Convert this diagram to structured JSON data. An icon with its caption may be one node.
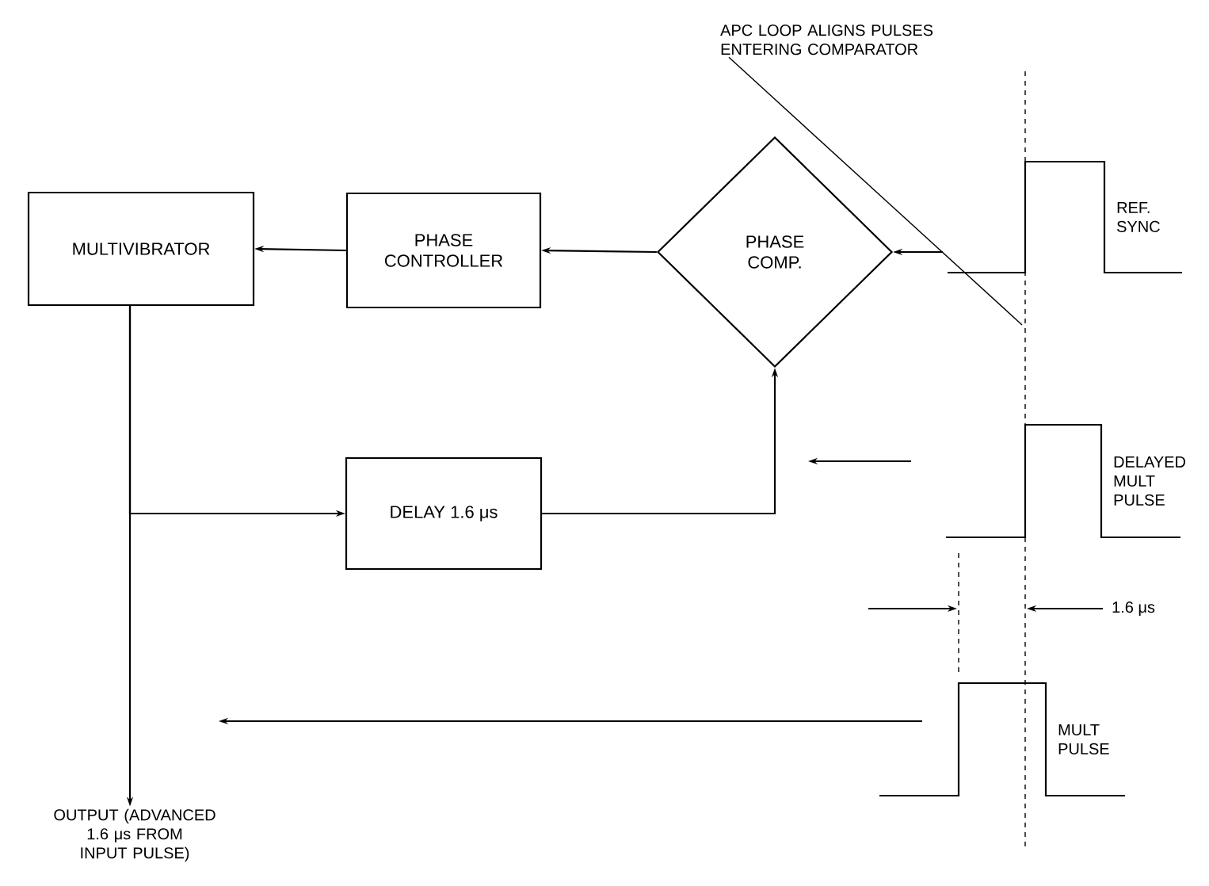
{
  "diagram": {
    "nodes": [
      {
        "text": [
          "MULTIVIBRATOR"
        ]
      },
      {
        "text": [
          "PHASE CONTROLLER"
        ]
      },
      {
        "text": [
          "PHASE COMP."
        ]
      },
      {
        "text": [
          "DELAY 1.6 μs"
        ]
      },
      {
        "text": [
          "OUTPUT (ADVANCED 1.6 μs FROM INPUT PULSE)"
        ]
      },
      {
        "text": [
          "REF. SYNC"
        ]
      },
      {
        "text": [
          "DELAYED MULT PULSE"
        ]
      },
      {
        "text": [
          "MULT PULSE"
        ]
      },
      {
        "text": [
          "APC LOOP ALIGNS PULSES ENTERING COMPARATOR"
        ]
      }
    ],
    "edges": [
      {
        "from": 1,
        "to": 0,
        "arrow": "to"
      },
      {
        "from": 2,
        "to": 1,
        "arrow": "to"
      },
      {
        "from": 5,
        "to": 2,
        "arrow": "to"
      },
      {
        "from": 0,
        "to": 3,
        "arrow": "to"
      },
      {
        "from": 0,
        "to": 4,
        "arrow": "to"
      },
      {
        "from": 3,
        "to": 2,
        "arrow": "to"
      },
      {
        "from": 8,
        "to": null,
        "arrow": "none"
      }
    ],
    "labels": [
      "1.6 μs"
    ]
  }
}
